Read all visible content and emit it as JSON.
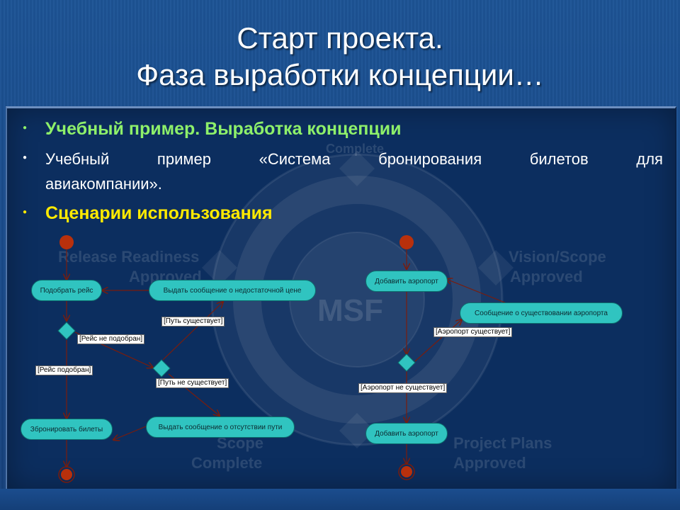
{
  "title": {
    "line1": "Старт проекта.",
    "line2": "Фаза выработки концепции…"
  },
  "bullets": {
    "b1": "Учебный пример. Выработка концепции",
    "b2_words": [
      "Учебный",
      "пример",
      "«Система",
      "бронирования",
      "билетов",
      "для"
    ],
    "b2_line2": "авиакомпании».",
    "b3": "Сценарии использования"
  },
  "watermark": {
    "release_readiness": "Release Readiness",
    "release_approved": "Approved",
    "vision_scope": "Vision/Scope",
    "vision_approved": "Approved",
    "scope": "Scope",
    "scope_complete": "Complete",
    "project_plans": "Project Plans",
    "plans_approved": "Approved",
    "msf": "MSF",
    "complete_top": "Complete"
  },
  "left_diagram": {
    "pick_flight": "Подобрать рейс",
    "msg_insufficient_price": "Выдать сообщение о недостаточной цене",
    "guard_path_exists": "[Путь существует]",
    "guard_flight_not_found": "[Рейс не подобран]",
    "guard_flight_found": "[Рейс подобран]",
    "guard_path_not_exists": "[Путь не существует]",
    "book_tickets": "Збронировать билеты",
    "msg_no_path": "Выдать сообщение о отсутствии пути"
  },
  "right_diagram": {
    "add_airport_top": "Добавить аэропорт",
    "msg_airport_exists": "Сообщение о существовании аэропорта",
    "guard_airport_exists": "[Аэропорт существует]",
    "guard_airport_not_exists": "[Аэропорт не существует]",
    "add_airport_bottom": "Добавить аэропорт"
  },
  "colors": {
    "node_fill": "#30c4c0",
    "initial_node": "#b8300c",
    "flow_line": "#7a1c0c",
    "decision_fill": "#30c4c0",
    "green_text": "#8ef06a",
    "yellow_text": "#ffea00"
  }
}
